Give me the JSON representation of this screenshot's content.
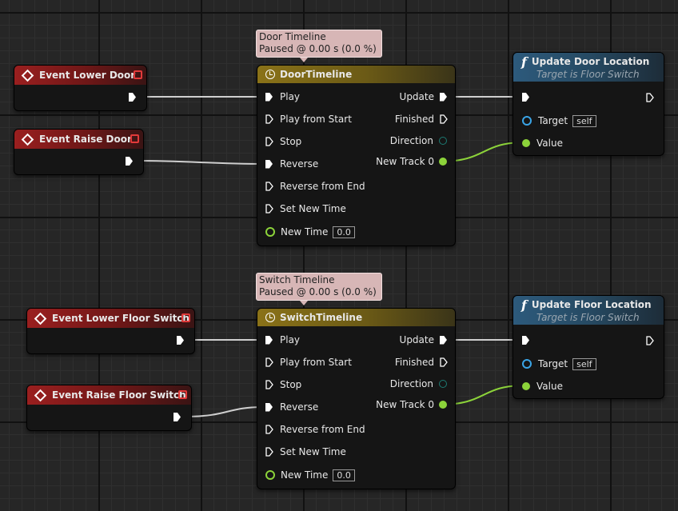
{
  "events": {
    "lower_door": {
      "title": "Event Lower Door"
    },
    "raise_door": {
      "title": "Event Raise Door"
    },
    "lower_switch": {
      "title": "Event Lower Floor Switch"
    },
    "raise_switch": {
      "title": "Event Raise Floor Switch"
    }
  },
  "timelines": {
    "door": {
      "comment_line1": "Door Timeline",
      "comment_line2": "Paused @ 0.00 s (0.0 %)",
      "title": "DoorTimeline",
      "inputs": [
        "Play",
        "Play from Start",
        "Stop",
        "Reverse",
        "Reverse from End",
        "Set New Time"
      ],
      "new_time_label": "New Time",
      "new_time_value": "0.0",
      "outputs": {
        "update": "Update",
        "finished": "Finished",
        "direction": "Direction",
        "new_track": "New Track 0"
      }
    },
    "switch": {
      "comment_line1": "Switch Timeline",
      "comment_line2": "Paused @ 0.00 s (0.0 %)",
      "title": "SwitchTimeline",
      "inputs": [
        "Play",
        "Play from Start",
        "Stop",
        "Reverse",
        "Reverse from End",
        "Set New Time"
      ],
      "new_time_label": "New Time",
      "new_time_value": "0.0",
      "outputs": {
        "update": "Update",
        "finished": "Finished",
        "direction": "Direction",
        "new_track": "New Track 0"
      }
    }
  },
  "functions": {
    "door": {
      "title": "Update Door Location",
      "subtitle": "Target is Floor Switch",
      "target_label": "Target",
      "target_value": "self",
      "value_label": "Value"
    },
    "floor": {
      "title": "Update Floor Location",
      "subtitle": "Target is Floor Switch",
      "target_label": "Target",
      "target_value": "self",
      "value_label": "Value"
    }
  },
  "icons": {
    "event": "event-diamond-icon",
    "timeline": "clock-icon",
    "function": "function-f-icon"
  },
  "colors": {
    "event_header": "#9a1f1f",
    "timeline_header": "#8a7218",
    "function_header": "#2d5a7c",
    "float_pin": "#8cd33a",
    "object_pin": "#3aa4e6",
    "exec_wire": "#d8d8d8"
  }
}
